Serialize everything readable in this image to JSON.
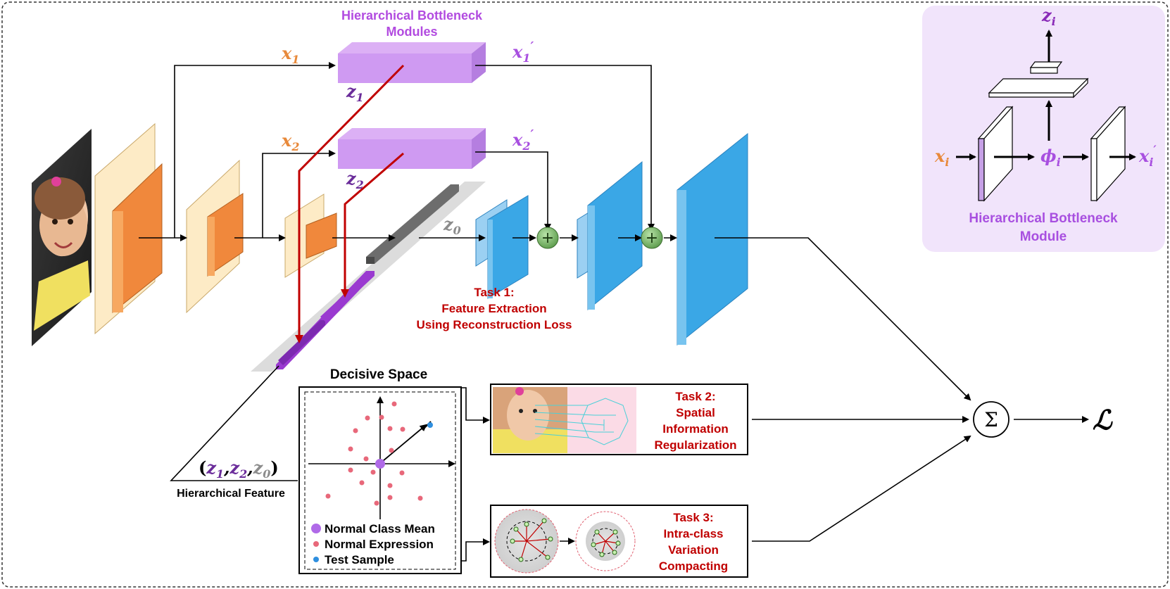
{
  "hbm_title_line1": "Hierarchical Bottleneck",
  "hbm_title_line2": "Modules",
  "inputs": {
    "x1": "x",
    "x1_sub": "1",
    "x2": "x",
    "x2_sub": "2",
    "x1p": "x",
    "x1p_sub": "1",
    "x1p_prime": "′",
    "x2p": "x",
    "x2p_sub": "2",
    "x2p_prime": "′",
    "z1": "z",
    "z1_sub": "1",
    "z2": "z",
    "z2_sub": "2",
    "z0": "z",
    "z0_sub": "0"
  },
  "task1": {
    "line1": "Task 1:",
    "line2": "Feature Extraction",
    "line3": "Using Reconstruction Loss"
  },
  "task2": {
    "line1": "Task 2:",
    "line2": "Spatial",
    "line3": "Information",
    "line4": "Regularization"
  },
  "task3": {
    "line1": "Task 3:",
    "line2": "Intra-class",
    "line3": "Variation",
    "line4": "Compacting"
  },
  "decisive_space": "Decisive Space",
  "legend": {
    "mean": "Normal Class Mean",
    "expression": "Normal Expression",
    "test": "Test Sample"
  },
  "hier_feature": {
    "open": "(",
    "z1": "z",
    "z1_sub": "1",
    "comma1": ",",
    "z2": "z",
    "z2_sub": "2",
    "comma2": ",",
    "z0": "z",
    "z0_sub": "0",
    "close": ")",
    "label": "Hierarchical Feature"
  },
  "module": {
    "zi": "z",
    "zi_sub": "i",
    "xi": "x",
    "xi_sub": "i",
    "phi": "ϕ",
    "phi_sub": "i",
    "xip": "x",
    "xip_sub": "i",
    "xip_prime": "′",
    "title_line1": "Hierarchical Bottleneck",
    "title_line2": "Module"
  },
  "sum_symbol": "Σ",
  "loss_symbol": "ℒ",
  "colors": {
    "purple": "#b24be0",
    "orange": "#e8893a",
    "red": "#c00000",
    "blue": "#3aa7e6",
    "dark_purple": "#6b2d9a",
    "gray": "#8c8c8c"
  }
}
